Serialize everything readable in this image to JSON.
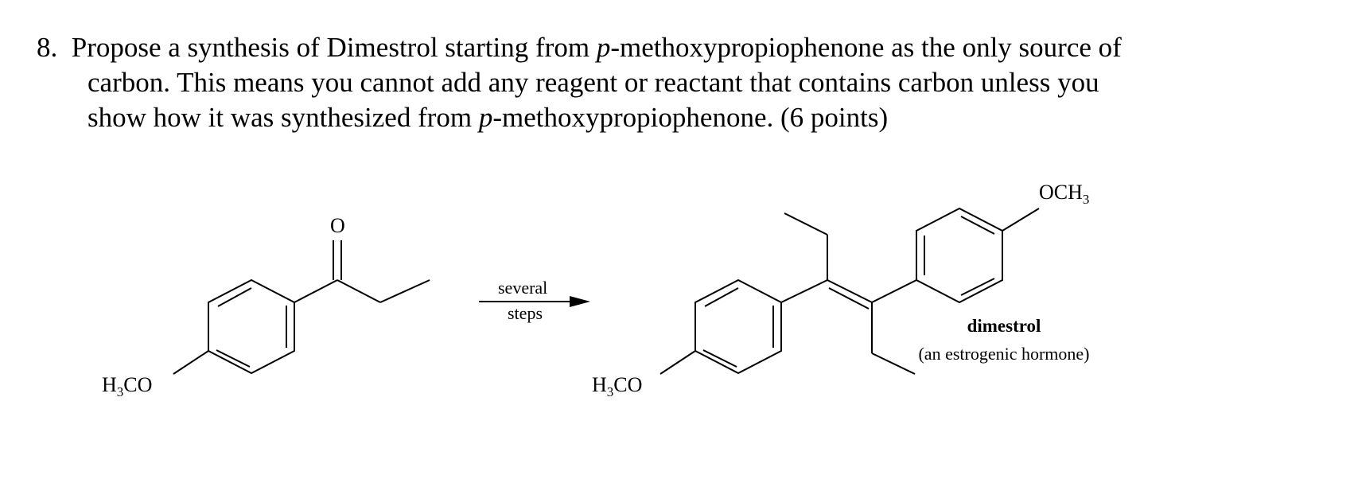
{
  "question": {
    "number": "8.",
    "line1_prefix": "Propose a synthesis of Dimestrol starting from ",
    "italic_p": "p",
    "line1_suffix": "-methoxypropiophenone as the only source of",
    "line2": "carbon.  This means you cannot add any reagent or reactant that contains carbon unless you",
    "line3_prefix": "show how it was synthesized from ",
    "line3_suffix": "-methoxypropiophenone. (6 points)"
  },
  "scheme": {
    "start_oxygen": "O",
    "start_methoxy_h": "H",
    "start_methoxy_sub": "3",
    "start_methoxy_co": "CO",
    "arrow_top": "several",
    "arrow_bottom": "steps",
    "product_methoxy_h": "H",
    "product_methoxy_sub": "3",
    "product_methoxy_co": "CO",
    "product_och": "OCH",
    "product_och_sub": "3",
    "product_name": "dimestrol",
    "product_note": "(an estrogenic hormone)"
  }
}
